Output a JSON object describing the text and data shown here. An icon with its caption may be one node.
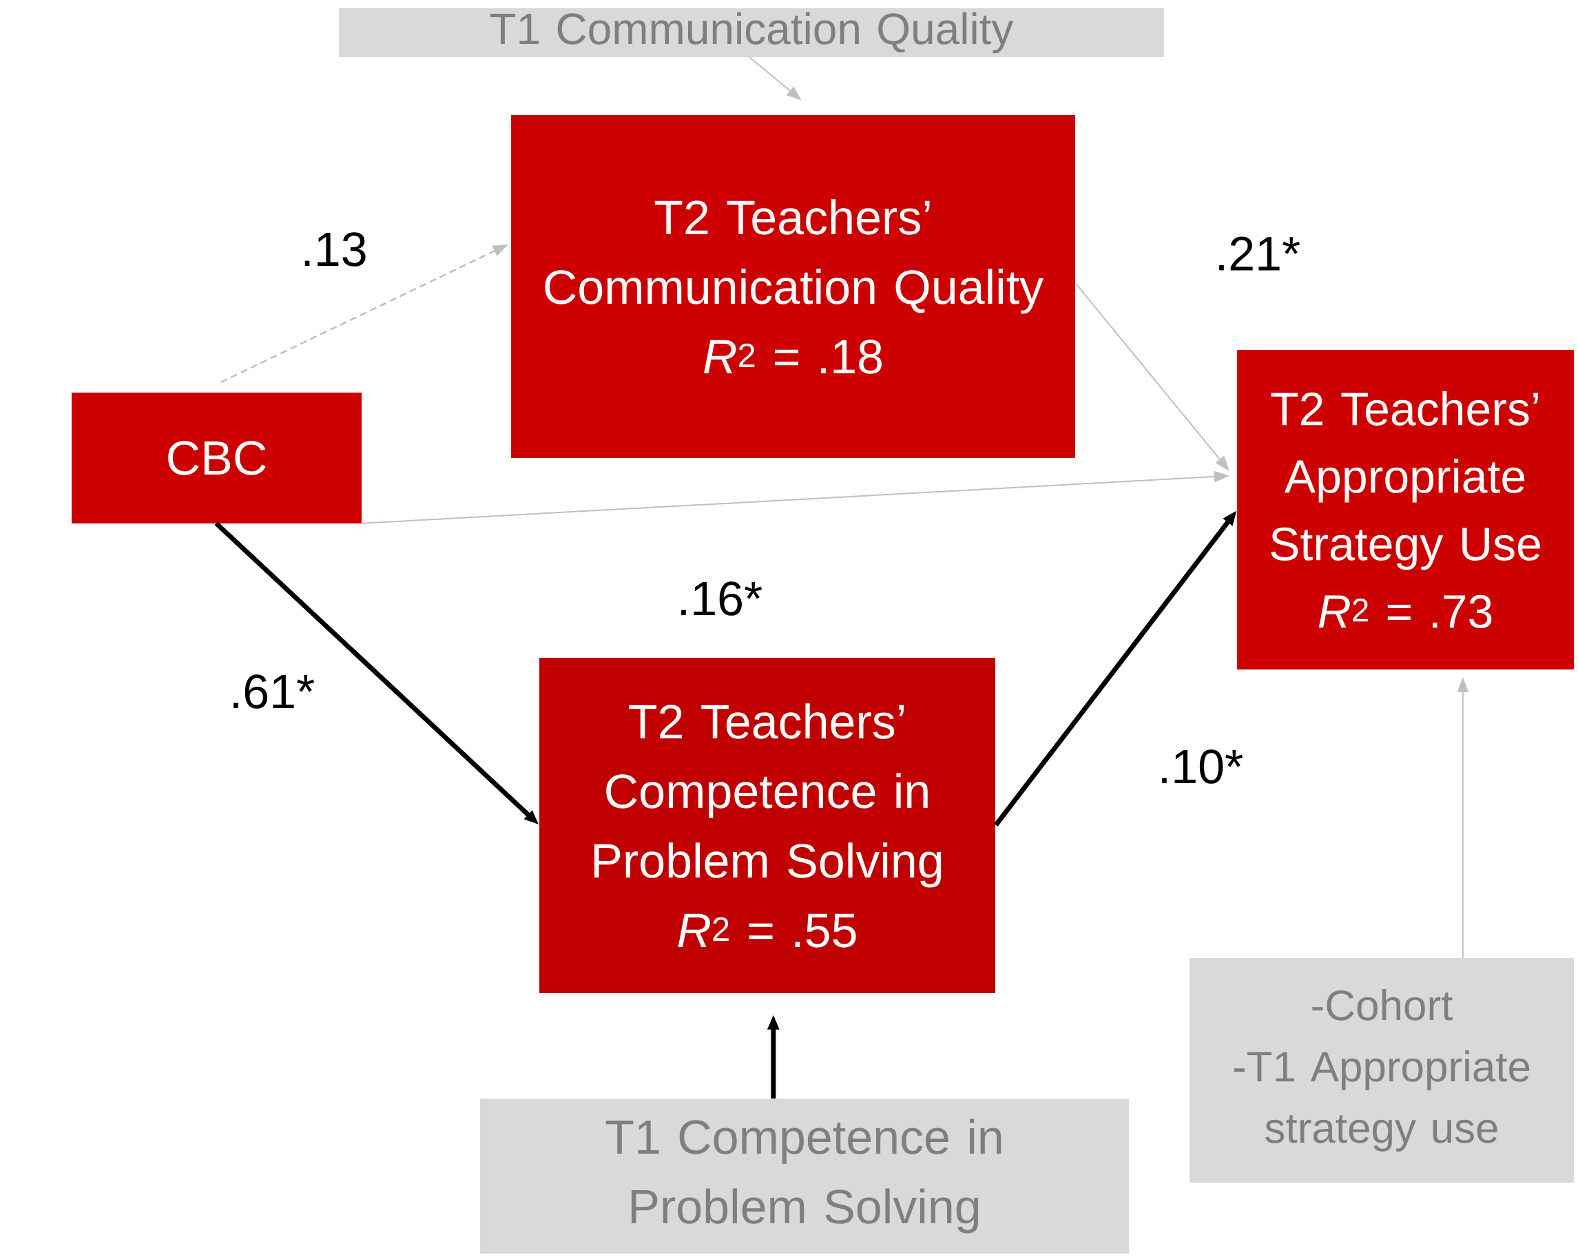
{
  "diagram": {
    "nodes": [
      {
        "text": [
          "T1 Communication Quality"
        ]
      },
      {
        "text": [
          "T2 Teachers’ Communication Quality",
          "*R*$^{2}$ = .18"
        ]
      },
      {
        "text": [
          "CBC"
        ]
      },
      {
        "text": [
          "T2 Teachers’ Appropriate Strategy Use",
          "*R*$^{2}$ = .73"
        ]
      },
      {
        "text": [
          "T2 Teachers’ Competence in Problem Solving",
          "*R*$^{2}$ = .55"
        ]
      },
      {
        "text": [
          "T1 Competence in Problem Solving"
        ]
      },
      {
        "text": [
          "-Cohort",
          "-T1 Appropriate strategy use"
        ]
      }
    ],
    "edges": [
      {
        "from": 0,
        "to": 1,
        "arrow": "to"
      },
      {
        "from": 2,
        "to": 1,
        "arrow": "to",
        "label": ".13",
        "style": "dashed"
      },
      {
        "from": 1,
        "to": 3,
        "arrow": "to",
        "label": ".21*"
      },
      {
        "from": 2,
        "to": 3,
        "arrow": "to",
        "label": ".16*"
      },
      {
        "from": 2,
        "to": 4,
        "arrow": "to",
        "label": ".61*",
        "style": "thick",
        "color": "#000000"
      },
      {
        "from": 4,
        "to": 3,
        "arrow": "to",
        "label": ".10*",
        "style": "thick",
        "color": "#000000"
      },
      {
        "from": 5,
        "to": 4,
        "arrow": "to",
        "style": "thick",
        "color": "#000000"
      },
      {
        "from": 6,
        "to": 3,
        "arrow": "to"
      }
    ]
  }
}
